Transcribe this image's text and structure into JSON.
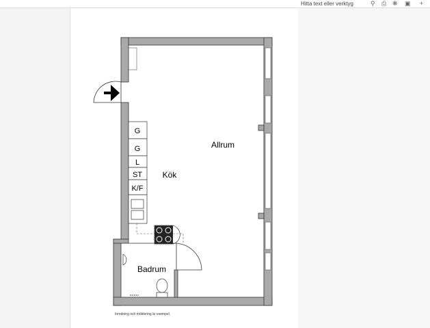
{
  "toolbar": {
    "search_placeholder": "Hitta text eller verktyg",
    "icons": [
      "search-icon",
      "print-icon",
      "settings-icon",
      "share-icon"
    ]
  },
  "floorplan": {
    "rooms": {
      "living": "Allrum",
      "kitchen": "Kök",
      "bathroom": "Badrum"
    },
    "kitchen_units": [
      "G",
      "G",
      "L",
      "ST",
      "K/F"
    ],
    "note": "Inredning och möblering är exempel."
  }
}
